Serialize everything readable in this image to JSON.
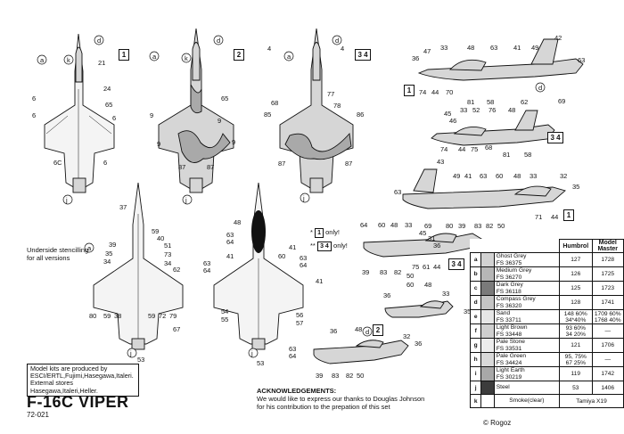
{
  "title": "F-16C VIPER",
  "code": "72-021",
  "stencil_note": "Underside stencilling for all versions",
  "only_notes": [
    {
      "box": "1",
      "text": "only!"
    },
    {
      "box": "3 4",
      "text": "only!"
    }
  ],
  "scheme_boxes": [
    "1",
    "2",
    "3 4",
    "1",
    "3 4",
    "1",
    "3 4",
    "2"
  ],
  "made_by": [
    "Model kits are produced by",
    "ESCI/ERTL,Fujimi,Hasegawa,Italeri.",
    "External stores Hasegawa,Italeri,Heller."
  ],
  "ack": {
    "heading": "ACKNOWLEDGEMENTS:",
    "line1": "We would like to express our thanks to Douglas Johnson",
    "line2": "for his contribution to the prepation of this set"
  },
  "logo": "© Rogoz",
  "table": {
    "headers": [
      "Humbrol",
      "Model Master"
    ],
    "rows": [
      {
        "key": "a",
        "name": "Ghost Grey",
        "fs": "FS 36375",
        "humbrol": "127",
        "mm": "1728",
        "swatch": "#d2d2d2"
      },
      {
        "key": "b",
        "name": "Medium Grey",
        "fs": "FS 36270",
        "humbrol": "126",
        "mm": "1725",
        "swatch": "#b6b6b6"
      },
      {
        "key": "c",
        "name": "Dark Grey",
        "fs": "FS 36118",
        "humbrol": "125",
        "mm": "1723",
        "swatch": "#7a7a7a"
      },
      {
        "key": "d",
        "name": "Compass Grey",
        "fs": "FS 36320",
        "humbrol": "128",
        "mm": "1741",
        "swatch": "#c4c4c4"
      },
      {
        "key": "e",
        "name": "Sand",
        "fs": "FS 33711",
        "humbrol": "148 60% 34*40%",
        "mm": "1709 60% 1768 40%",
        "swatch": "#e6e6e6"
      },
      {
        "key": "f",
        "name": "Light Brown",
        "fs": "FS 33448",
        "humbrol": "93 60% 34 20%",
        "mm": "—",
        "swatch": "#cfcfcf"
      },
      {
        "key": "g",
        "name": "Pale Stone",
        "fs": "FS 33531",
        "humbrol": "121",
        "mm": "1706",
        "swatch": "#ededed"
      },
      {
        "key": "h",
        "name": "Pale Green",
        "fs": "FS 34424",
        "humbrol": "95, 75% 67 25%",
        "mm": "—",
        "swatch": "#d9d9d9"
      },
      {
        "key": "i",
        "name": "Light Earth",
        "fs": "FS 30219",
        "humbrol": "119",
        "mm": "1742",
        "swatch": "#a8a8a8"
      },
      {
        "key": "j",
        "name": "Steel",
        "fs": "",
        "humbrol": "53",
        "mm": "1406",
        "swatch": "#3c3c3c"
      },
      {
        "key": "k",
        "name": "Smoke(clear)",
        "fs": "",
        "humbrol": "Tamiya X19",
        "mm": "",
        "swatch": "#ffffff"
      }
    ]
  }
}
